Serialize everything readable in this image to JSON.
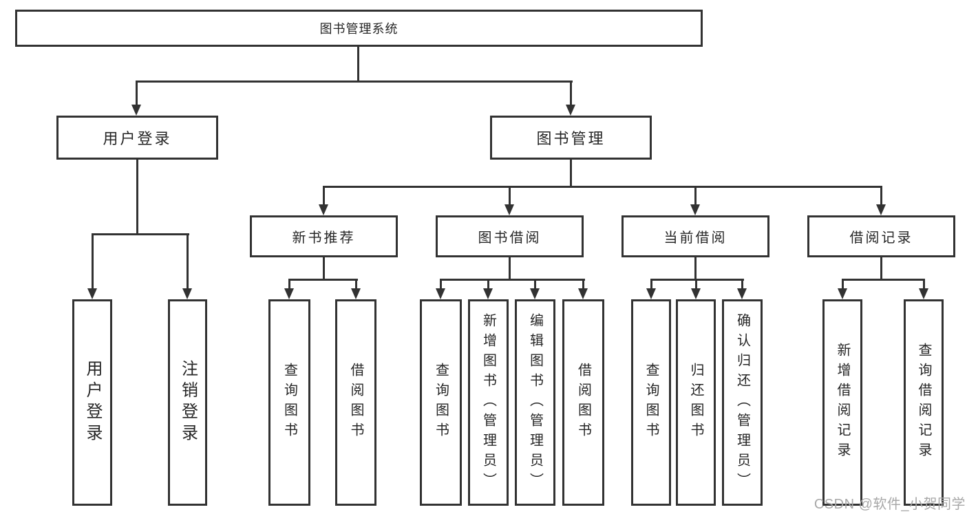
{
  "nodes": {
    "root": {
      "label": "图书管理系统"
    },
    "user_login": {
      "label": "用户登录"
    },
    "book_mgmt": {
      "label": "图书管理"
    },
    "new_book_rec": {
      "label": "新书推荐"
    },
    "book_borrow": {
      "label": "图书借阅"
    },
    "current_borrow": {
      "label": "当前借阅"
    },
    "borrow_records": {
      "label": "借阅记录"
    },
    "leaf_user_login": {
      "label": "用户登录"
    },
    "leaf_logout": {
      "label": "注销登录"
    },
    "leaf_query_book_1": {
      "label": "查询图书"
    },
    "leaf_borrow_book_1": {
      "label": "借阅图书"
    },
    "leaf_query_book_2": {
      "label": "查询图书"
    },
    "leaf_add_book": {
      "label": "新增图书（管理员）"
    },
    "leaf_edit_book": {
      "label": "编辑图书（管理员）"
    },
    "leaf_borrow_book_2": {
      "label": "借阅图书"
    },
    "leaf_query_book_3": {
      "label": "查询图书"
    },
    "leaf_return_book": {
      "label": "归还图书"
    },
    "leaf_confirm_return": {
      "label": "确认归还（管理员）"
    },
    "leaf_add_record": {
      "label": "新增借阅记录"
    },
    "leaf_query_record": {
      "label": "查询借阅记录"
    }
  },
  "watermark": {
    "text": "CSDN @软件_小贺同学"
  },
  "colors": {
    "line": "#323232",
    "text": "#262626",
    "watermark": "#a8a8a8",
    "background": "#ffffff"
  }
}
